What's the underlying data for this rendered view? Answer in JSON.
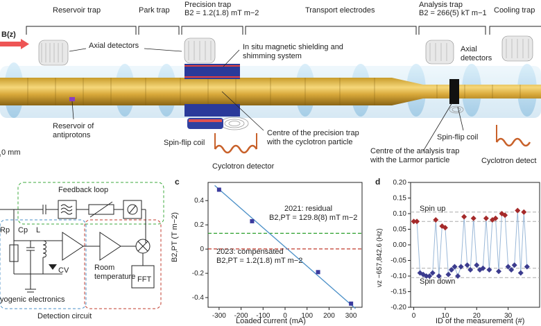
{
  "panel_a": {
    "b_label": "B(z)",
    "traps": {
      "reservoir": "Reservoir trap",
      "park": "Park trap",
      "precision": "Precision trap",
      "precision_b2": "B2 = 1.2(1.8) mT m−2",
      "transport": "Transport electrodes",
      "analysis": "Analysis trap",
      "analysis_b2": "B2 = 266(5) kT m−1",
      "cooling": "Cooling trap"
    },
    "labels": {
      "axial_detectors": "Axial detectors",
      "shielding_1": "In situ magnetic shielding and",
      "shielding_2": "shimming system",
      "axial_detectors_right_1": "Axial",
      "axial_detectors_right_2": "detectors",
      "reservoir_1": "Reservoir of",
      "reservoir_2": "antiprotons",
      "centre_precision_1": "Centre of the precision trap",
      "centre_precision_2": "with the cyclotron particle",
      "spin_flip_left": "Spin-flip coil",
      "cyclotron_left": "Cyclotron detector",
      "spin_flip_right": "Spin-flip coil",
      "centre_analysis_1": "Centre of the analysis trap",
      "centre_analysis_2": "with the Larmor particle",
      "cyclotron_right": "Cyclotron detect",
      "scale": "0 mm"
    }
  },
  "panel_b": {
    "feedback": "Feedback loop",
    "rp": "Rp",
    "cp": "Cp",
    "l": "L",
    "cv": "CV",
    "fft": "FFT",
    "room_1": "Room",
    "room_2": "temperature",
    "cryo": "yogenic electronics",
    "detection": "Detection circuit"
  },
  "panel_c": {
    "letter": "c",
    "ylabel": "B2,PT (T m−2)",
    "xlabel": "Loaded current (mA)",
    "ann_2021_1": "2021: residual",
    "ann_2021_2": "B2,PT = 129.8(8) mT m−2",
    "ann_2023_1": "2023: compensated",
    "ann_2023_2": "B2,PT = 1.2(1.8) mT m−2",
    "colors": {
      "line": "#4a8fc7",
      "green": "#2ca02c",
      "red": "#c0392b",
      "point": "#3b3b9e"
    }
  },
  "panel_d": {
    "letter": "d",
    "ylabel": "νz −657,842.6 (Hz)",
    "xlabel": "ID of the measurement (#)",
    "spin_up": "Spin up",
    "spin_down": "Spin down",
    "colors": {
      "up": "#a52a2a",
      "down": "#3b3b8e",
      "line": "#9ab8d8"
    }
  },
  "chart_data": [
    {
      "type": "scatter",
      "title": "",
      "xlabel": "Loaded current (mA)",
      "ylabel": "B2,PT (T m−2)",
      "xlim": [
        -350,
        350
      ],
      "ylim": [
        -0.48,
        0.55
      ],
      "xticks": [
        -300,
        -200,
        -100,
        0,
        100,
        200,
        300
      ],
      "yticks": [
        -0.4,
        -0.2,
        0,
        0.2,
        0.4
      ],
      "x": [
        -300,
        -150,
        150,
        300
      ],
      "y": [
        0.49,
        0.23,
        -0.19,
        -0.45
      ],
      "fit_line": {
        "x": [
          -320,
          320
        ],
        "y": [
          0.525,
          -0.49
        ]
      },
      "hlines": [
        {
          "y": 0.13,
          "label": "2021"
        },
        {
          "y": 0.0012,
          "label": "2023"
        }
      ]
    },
    {
      "type": "scatter",
      "title": "",
      "xlabel": "ID of the measurement (#)",
      "ylabel": "νz −657,842.6 (Hz)",
      "xlim": [
        -1,
        40
      ],
      "ylim": [
        -0.2,
        0.2
      ],
      "xticks": [
        0,
        10,
        20,
        30
      ],
      "yticks": [
        -0.2,
        -0.15,
        -0.1,
        -0.05,
        0,
        0.05,
        0.1,
        0.15,
        0.2
      ],
      "hlines": [
        0.105,
        0.075,
        -0.075,
        -0.105
      ],
      "x": [
        0,
        1,
        2,
        3,
        4,
        5,
        6,
        7,
        8,
        9,
        10,
        11,
        12,
        13,
        14,
        15,
        16,
        17,
        18,
        19,
        20,
        21,
        22,
        23,
        24,
        25,
        26,
        27,
        28,
        29,
        30,
        31,
        32,
        33,
        34,
        35,
        36
      ],
      "y": [
        0.075,
        0.075,
        -0.09,
        -0.095,
        -0.1,
        -0.1,
        -0.09,
        0.08,
        -0.1,
        0.06,
        0.055,
        -0.095,
        -0.08,
        -0.07,
        -0.1,
        -0.07,
        0.09,
        -0.065,
        -0.08,
        0.085,
        -0.065,
        -0.08,
        -0.075,
        0.085,
        -0.08,
        0.08,
        0.085,
        -0.085,
        0.1,
        0.095,
        -0.07,
        -0.08,
        -0.065,
        0.11,
        -0.09,
        0.105,
        -0.07
      ],
      "spin": [
        "up",
        "up",
        "down",
        "down",
        "down",
        "down",
        "down",
        "up",
        "down",
        "up",
        "up",
        "down",
        "down",
        "down",
        "down",
        "down",
        "up",
        "down",
        "down",
        "up",
        "down",
        "down",
        "down",
        "up",
        "down",
        "up",
        "up",
        "down",
        "up",
        "up",
        "down",
        "down",
        "down",
        "up",
        "down",
        "up",
        "down"
      ]
    }
  ]
}
